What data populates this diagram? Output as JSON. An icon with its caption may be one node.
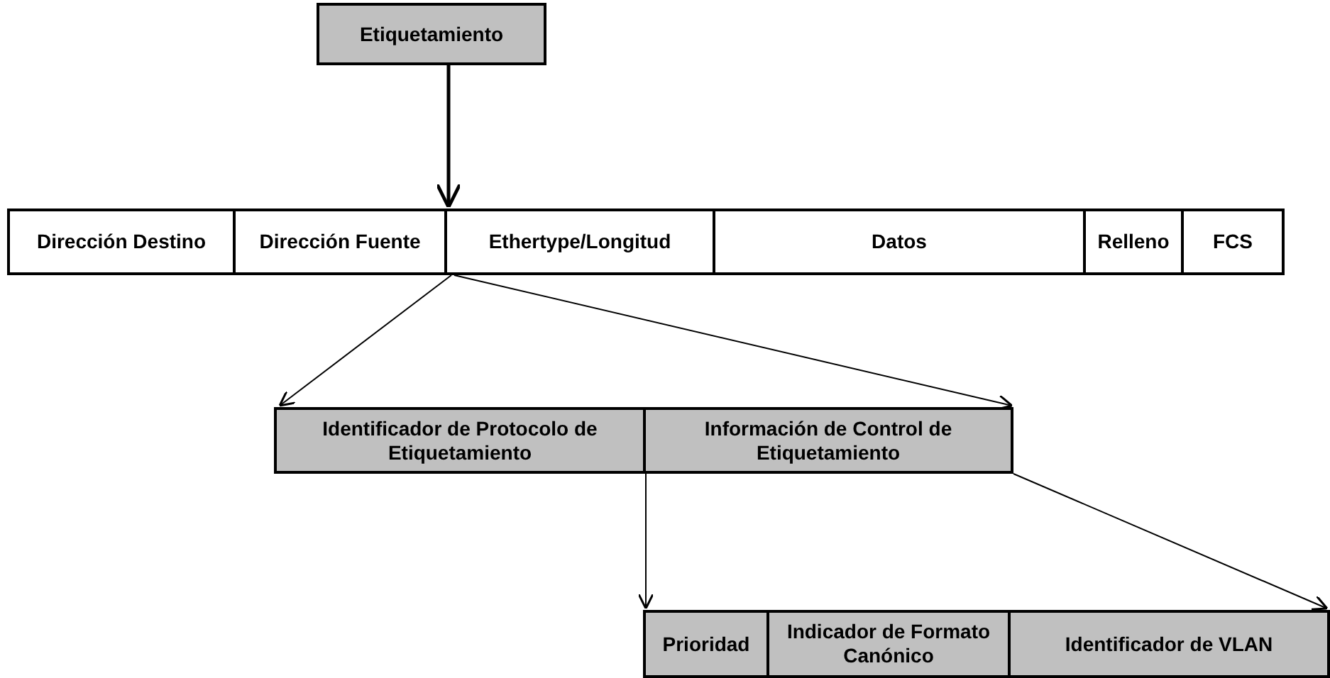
{
  "diagram": {
    "nodes": [
      {
        "text": [
          "Etiquetamiento"
        ]
      },
      {
        "text": [
          "Dirección Destino"
        ]
      },
      {
        "text": [
          "Dirección Fuente"
        ]
      },
      {
        "text": [
          "Ethertype/Longitud"
        ]
      },
      {
        "text": [
          "Datos"
        ]
      },
      {
        "text": [
          "Relleno"
        ]
      },
      {
        "text": [
          "FCS"
        ]
      },
      {
        "text": [
          "Identificador de Protocolo de Etiquetamiento"
        ]
      },
      {
        "text": [
          "Información de Control de Etiquetamiento"
        ]
      },
      {
        "text": [
          "Prioridad"
        ]
      },
      {
        "text": [
          "Indicador de Formato Canónico"
        ]
      },
      {
        "text": [
          "Identificador de VLAN"
        ]
      }
    ],
    "edges": [
      {
        "from": 0,
        "to": 3,
        "arrow": "to",
        "style": "thick"
      },
      {
        "from": 3,
        "to": 7,
        "arrow": "to"
      },
      {
        "from": 3,
        "to": 8,
        "arrow": "to"
      },
      {
        "from": 8,
        "to": 9,
        "arrow": "to"
      },
      {
        "from": 8,
        "to": 11,
        "arrow": "to"
      }
    ]
  }
}
